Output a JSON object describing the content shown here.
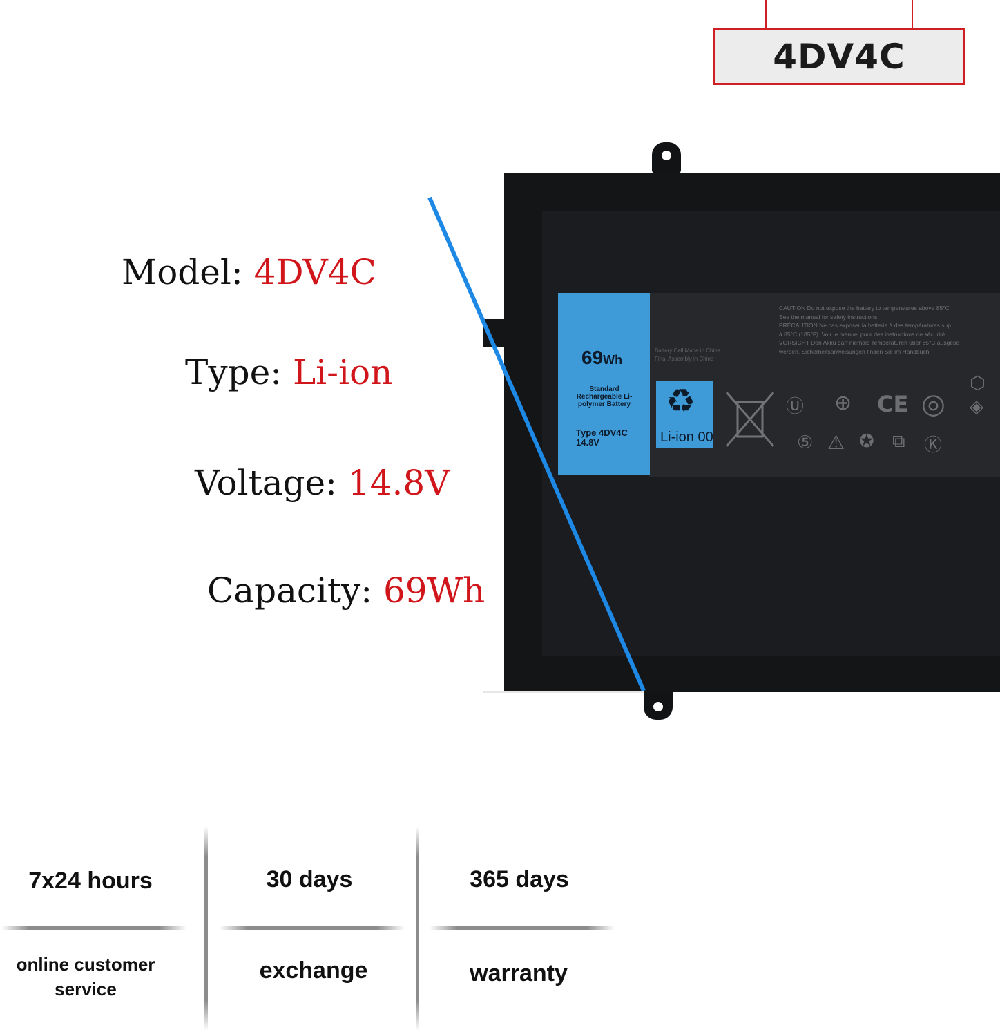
{
  "model_tag": "4DV4C",
  "specs": {
    "model": {
      "label": "Model: ",
      "value": "4DV4C"
    },
    "type": {
      "label": "Type: ",
      "value": "Li-ion"
    },
    "voltage": {
      "label": "Voltage: ",
      "value": "14.8V"
    },
    "capacity": {
      "label": "Capacity: ",
      "value": "69Wh"
    }
  },
  "battery_label": {
    "wh_value": "69",
    "wh_unit": "Wh",
    "description": "Standard Rechargeable Li-polymer Battery",
    "type_line": "Type 4DV4C",
    "voltage_line": "14.8V",
    "recycle_text": "Li-ion 00",
    "made_in": "Battery Cell Made in China\nFinal Assembly in China",
    "caution": "CAUTION Do not expose the battery to temperatures above 85°C\nSee the manual for safety instructions\nPRÉCAUTION Ne pas exposer la batterie à des températures sup\nà 85°C (185°F). Voir le manuel pour des instructions de sécurité\nVORSICHT Den Akku darf niemals Temperaturen über 85°C ausgese\nwerden. Sicherheitsanweisungen finden Sie im Handbuch."
  },
  "services": [
    {
      "head": "7x24 hours",
      "sub": "online customer\nservice"
    },
    {
      "head": "30 days",
      "sub": "exchange"
    },
    {
      "head": "365 days",
      "sub": "warranty"
    }
  ],
  "colors": {
    "accent_red": "#d0161b",
    "divider_blue": "#1e88e5",
    "label_blue": "#3f9ad8",
    "battery_black": "#141517"
  }
}
